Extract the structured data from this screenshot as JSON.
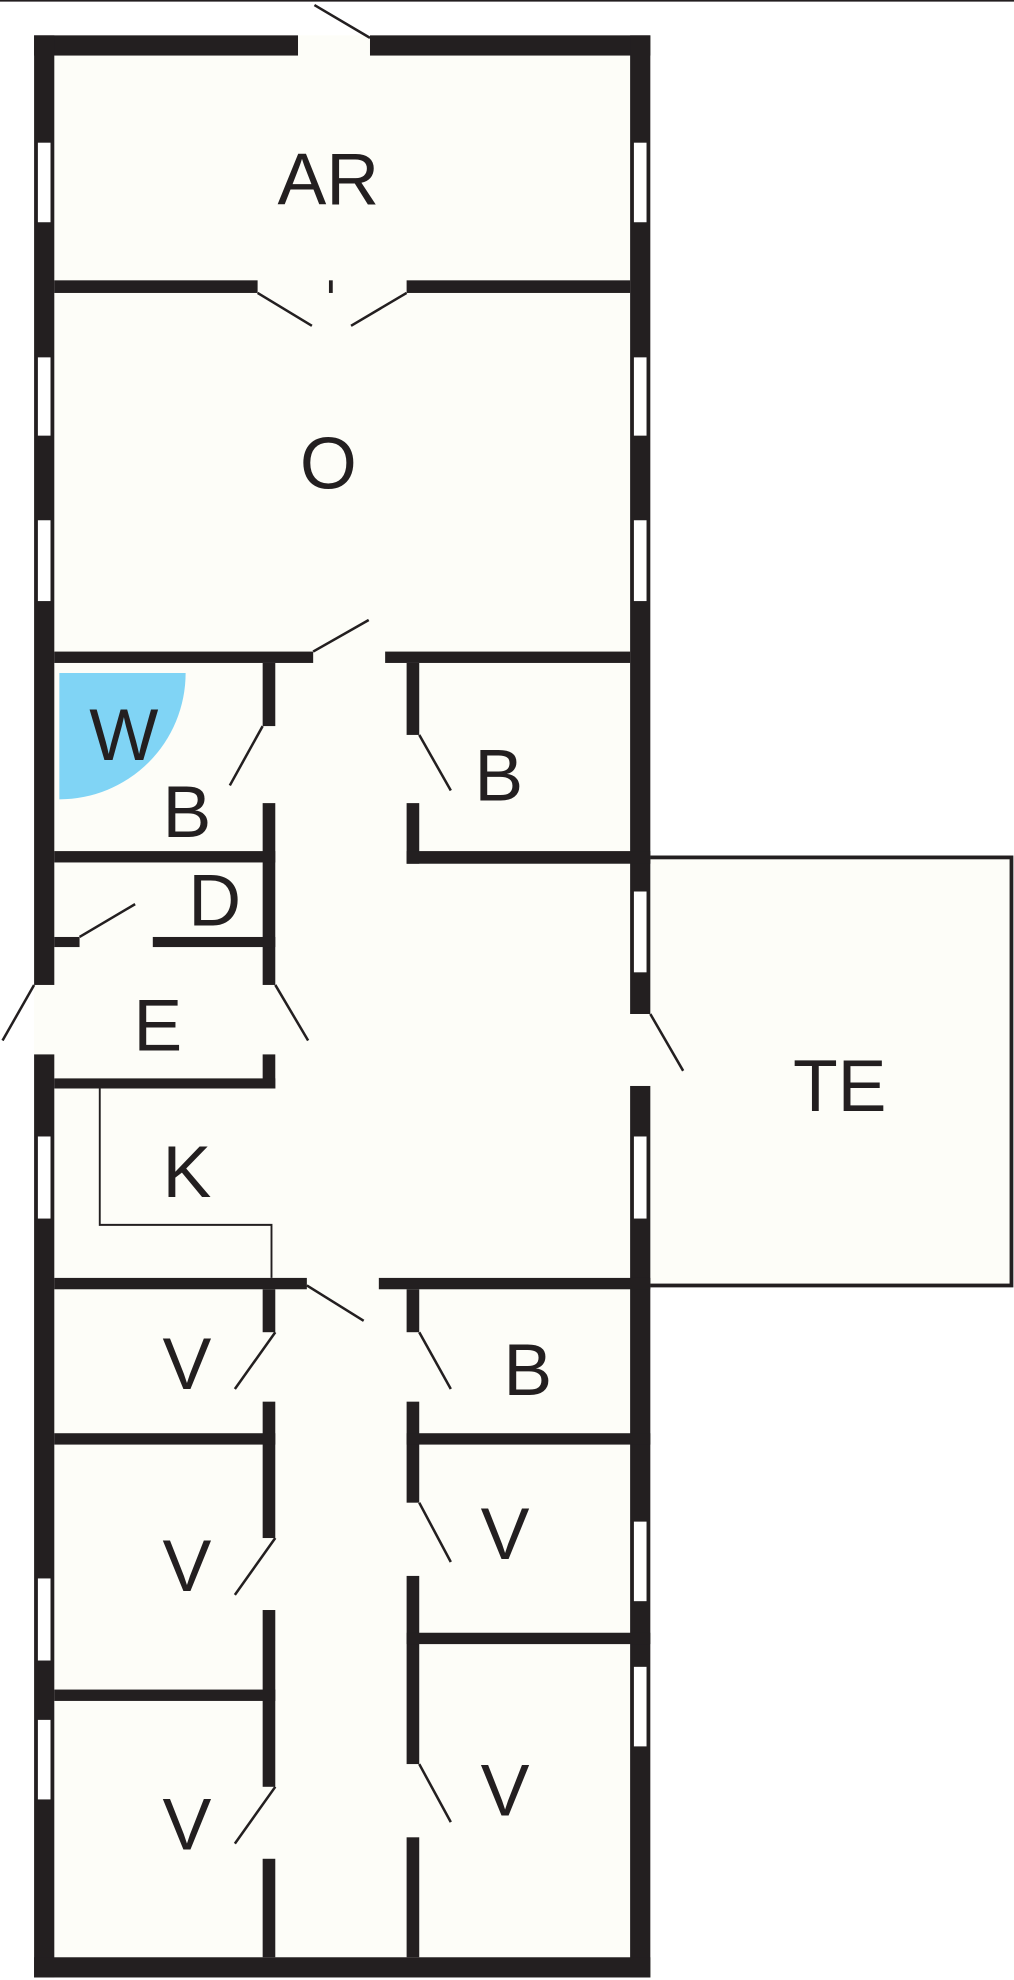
{
  "plan": {
    "colors": {
      "wall": "#231f20",
      "floor": "#fdfdf8",
      "wet_area": "#80d4f5"
    },
    "rooms": [
      {
        "id": "ar",
        "label": "AR"
      },
      {
        "id": "o",
        "label": "O"
      },
      {
        "id": "w",
        "label": "W"
      },
      {
        "id": "b1",
        "label": "B"
      },
      {
        "id": "b2",
        "label": "B"
      },
      {
        "id": "d",
        "label": "D"
      },
      {
        "id": "e",
        "label": "E"
      },
      {
        "id": "k",
        "label": "K"
      },
      {
        "id": "te",
        "label": "TE"
      },
      {
        "id": "v1",
        "label": "V"
      },
      {
        "id": "b3",
        "label": "B"
      },
      {
        "id": "v2",
        "label": "V"
      },
      {
        "id": "v3",
        "label": "V"
      },
      {
        "id": "v4",
        "label": "V"
      },
      {
        "id": "v5",
        "label": "V"
      }
    ]
  }
}
